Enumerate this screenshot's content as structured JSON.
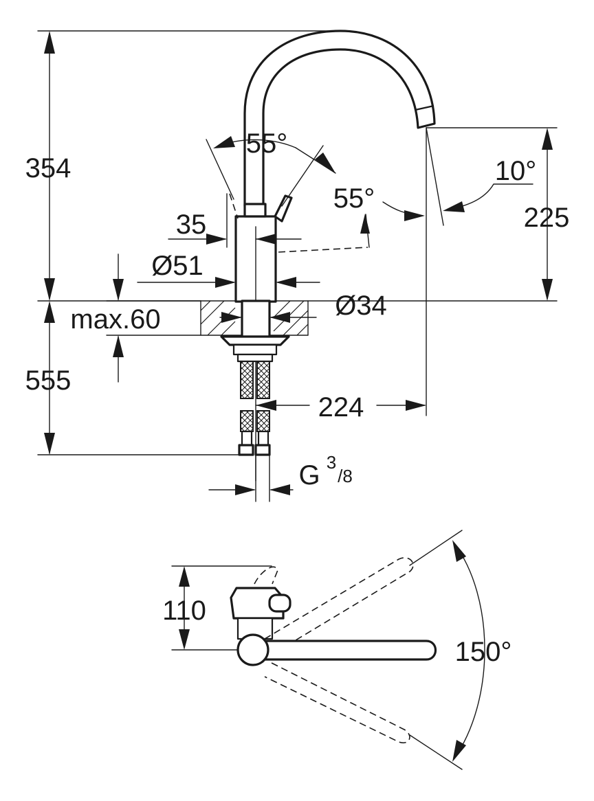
{
  "labels": {
    "height_total": "354",
    "spout_height": "225",
    "below_deck": "555",
    "max_deck": "max.60",
    "lever_angle_top": "55°",
    "lever_angle_side": "55°",
    "spout_tilt": "10°",
    "lever_offset": "35",
    "base_diameter": "Ø51",
    "shank_diameter": "Ø34",
    "spout_reach": "224",
    "thread_main": "G",
    "thread_num": "3",
    "thread_den": "/8",
    "top_depth": "110",
    "swivel_angle": "150°"
  },
  "colors": {
    "line": "#1a1a1a",
    "background": "#ffffff"
  }
}
